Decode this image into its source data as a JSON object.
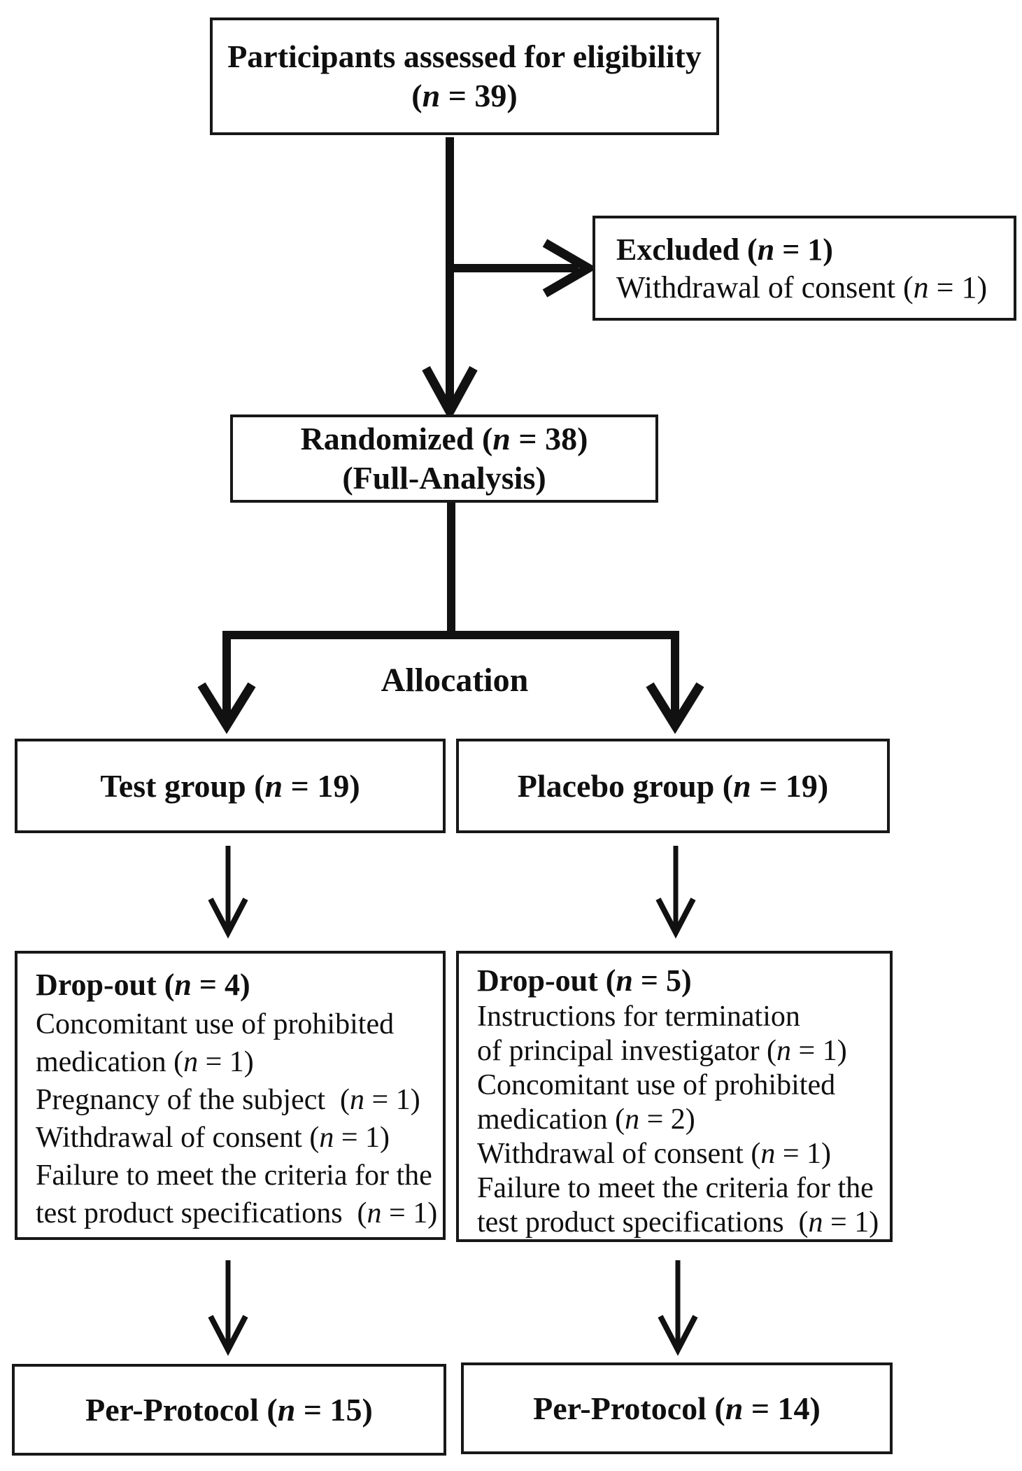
{
  "figure": {
    "boxes": {
      "eligibility": {
        "line1": "Participants assessed for eligibility",
        "line2": "(*n* = 39)"
      },
      "excluded": {
        "title": "Excluded (*n* = 1)",
        "line": "Withdrawal of consent (*n* = 1)"
      },
      "randomized": {
        "line1": "Randomized (*n* = 38)",
        "line2": "(Full-Analysis)"
      },
      "allocation_label": "Allocation",
      "test_group": {
        "title": "Test group (*n* = 19)"
      },
      "placebo_group": {
        "title": "Placebo group (*n* = 19)"
      },
      "dropout_left": {
        "title": "Drop-out (*n* = 4)",
        "lines": [
          "Concomitant use of prohibited",
          "medication (*n* = 1)",
          "Pregnancy of the subject  (*n* = 1)",
          "Withdrawal of consent (*n* = 1)",
          "Failure to meet the criteria for the",
          "test product specifications  (*n* = 1)"
        ]
      },
      "dropout_right": {
        "title": "Drop-out (*n* = 5)",
        "lines": [
          "Instructions for termination",
          "of principal investigator (*n* = 1)",
          "Concomitant use of prohibited",
          "medication (*n* = 2)",
          "Withdrawal of consent (*n* = 1)",
          "Failure to meet the criteria for the",
          "test product specifications  (*n* = 1)"
        ]
      },
      "per_protocol_left": {
        "title": "Per-Protocol (*n* = 15)"
      },
      "per_protocol_right": {
        "title": "Per-Protocol (*n* = 14)"
      }
    }
  }
}
